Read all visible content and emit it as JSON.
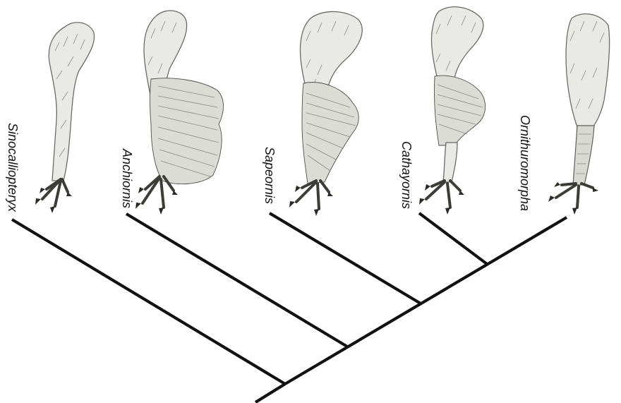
{
  "taxa": [
    {
      "name": "Sinocalliopteryx",
      "feathered_metatarsus": false,
      "scaly_lower_leg": false
    },
    {
      "name": "Anchiornis",
      "feathered_metatarsus": true,
      "scaly_lower_leg": false
    },
    {
      "name": "Sapeornis",
      "feathered_metatarsus": true,
      "scaly_lower_leg": false
    },
    {
      "name": "Cathayornis",
      "feathered_metatarsus": true,
      "scaly_lower_leg": false
    },
    {
      "name": "Ornithuromorpha",
      "feathered_metatarsus": false,
      "scaly_lower_leg": true
    }
  ],
  "colors": {
    "branch": "#111111",
    "label": "#111111",
    "fur": "#e9e9e6",
    "feather": "#dcdcd6"
  }
}
